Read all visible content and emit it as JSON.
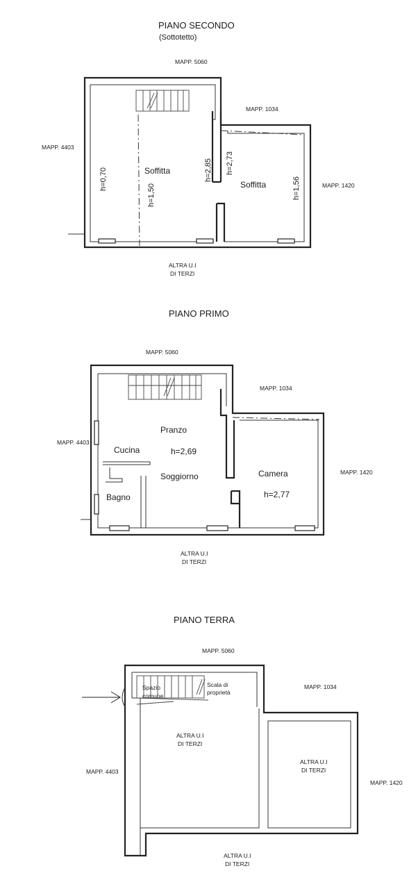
{
  "floors": {
    "second": {
      "title": "PIANO SECONDO",
      "subtitle": "(Sottotetto)",
      "mapp_top": "MAPP. 5060",
      "mapp_right_top": "MAPP. 1034",
      "mapp_left": "MAPP. 4403",
      "mapp_right": "MAPP. 1420",
      "room_left": "Soffitta",
      "room_right": "Soffitta",
      "h_070": "h=0,70",
      "h_150": "h=1,50",
      "h_285": "h=2,85",
      "h_273": "h=2,73",
      "h_156": "h=1,56",
      "bottom_line1": "ALTRA U.I",
      "bottom_line2": "DI TERZI"
    },
    "first": {
      "title": "PIANO PRIMO",
      "mapp_top": "MAPP. 5060",
      "mapp_right_top": "MAPP. 1034",
      "mapp_left": "MAPP. 4403",
      "mapp_right": "MAPP. 1420",
      "pranzo": "Pranzo",
      "h_269": "h=2,69",
      "cucina": "Cucina",
      "soggiorno": "Soggiorno",
      "bagno": "Bagno",
      "camera": "Camera",
      "h_277": "h=2,77",
      "bottom_line1": "ALTRA U.I",
      "bottom_line2": "DI TERZI"
    },
    "ground": {
      "title": "PIANO TERRA",
      "mapp_top": "MAPP. 5060",
      "mapp_right_top": "MAPP. 1034",
      "mapp_left": "MAPP. 4403",
      "mapp_right": "MAPP. 1420",
      "spazio_line1": "Spazio",
      "spazio_line2": "comune",
      "scala_line1": "Scala di",
      "scala_line2": "proprietà",
      "center_line1": "ALTRA U.I",
      "center_line2": "DI TERZI",
      "right_line1": "ALTRA U.I",
      "right_line2": "DI TERZI",
      "bottom_line1": "ALTRA U.I",
      "bottom_line2": "DI TERZI"
    }
  }
}
